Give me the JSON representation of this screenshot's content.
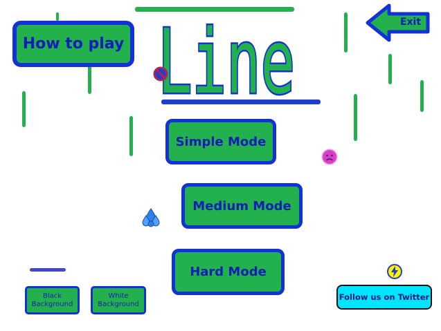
{
  "title": "Line",
  "menu": {
    "how_to_play": "How to play",
    "simple_mode": "Simple Mode",
    "medium_mode": "Medium Mode",
    "hard_mode": "Hard Mode",
    "exit": "Exit"
  },
  "background_options": {
    "black": "Black Background",
    "white": "White Background"
  },
  "social": {
    "twitter": "Follow us on Twitter"
  },
  "icons": {
    "power_up": "lightning-bolt-icon",
    "enemy_pink": "frowning-face-icon",
    "enemy_red": "crossed-circle-icon",
    "enemy_blue": "drop-cluster-icon",
    "exit_arrow": "left-arrow-icon"
  },
  "colors": {
    "button_fill": "#22b14c",
    "button_border": "#1232d8",
    "button_text": "#0a1fb5",
    "twitter_fill": "#00e5ff",
    "line_green": "#22b14c",
    "line_blue": "#1f3fcf"
  }
}
